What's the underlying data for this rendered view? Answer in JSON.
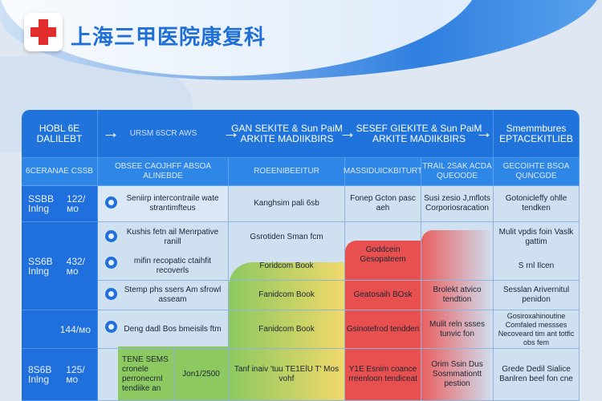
{
  "title": "上海三甲医院康复科",
  "header": {
    "c1": "HOBL 6E DALILEBT",
    "c2": "URSM 6SCR AWS",
    "c3": "GAN SEKITE & Sun PaiM ARKITE MADIIKBIRS",
    "c4": "SESEF GIEKITE & Sun PaiM ARKITE MADIIKBIRS",
    "c5": "Smemmbures EPTACEKITLIEB"
  },
  "subheader": {
    "c1": "6CERANAE CSSB",
    "c2": "OBSEE CAOJHFF ABSOA ALINEBDE",
    "c3": "ROEENIBEEITUR",
    "c4": "MASSIDUICKBITURT",
    "c5": "TRAIL 2SAK ACDA QUEOODE",
    "c6": "GECOIHTE BSOA QUNCGDE"
  },
  "rows": [
    {
      "label": "SSBB Inlng",
      "price": "122/мо",
      "c2": "Seniirp intercontraile wate strantimfteus",
      "c3": "Kanghsim pali 6sb",
      "c4": "Fonep Gcton pasc aeh",
      "c5": "Susi zesio J,mflots Corporiosracation",
      "c6": "Gotonicleffy ohlle tendken"
    },
    {
      "label": "SS6B Inlng",
      "price": "432/мо",
      "c2a": "Kushis fetn ail Menrpative ranill",
      "c2b": "mifin recopatic ctaihfit recoverls",
      "c3a": "Gsrotiden Sman fcm",
      "c3b": "Foridcom Book",
      "c4": "Goddcein Gesopateem",
      "c6a": "Mulit vpdis foin Vaslk gattim",
      "c6b": "S rnl Ilcen"
    },
    {
      "c2": "Stemp phs ssers Am sfrowl asseam",
      "c3": "Fanidcom Book",
      "c4": "Geatosaih BOsk",
      "c5": "Brolekt atvico tendtion",
      "c6": "Sesslan Arivernitul penidon"
    },
    {
      "price": "144/мо",
      "c2": "Deng dadl Bos bmeisils ftm",
      "c3": "Fanidcom Book",
      "c4": "Gsinotefrod tendden",
      "c5": "Mulit reln ssses tunvic fon",
      "c6": "Gosiroxahinoutine Comfaled messses Necoveard tim ant totfic obs fem"
    },
    {
      "label": "8S6B Inlng",
      "price": "125/мо",
      "c2": "TENE SEMS cronele perronecrnl tendiike an",
      "c2date": "Jon1/2500",
      "c3": "Tanf inaiv 'tuu TE1ElU T' Mos vohf",
      "c4": "Y1E Esnim coance rreenloon tendiceat",
      "c5": "Orim Ssin Dus Sosmmationtt pestion",
      "c6": "Grede Dedil Sialice Banlren beel fon cne"
    }
  ],
  "colors": {
    "primary": "#1f73db",
    "logo_red": "#e22d2d",
    "green": "#7cc35a",
    "yellow": "#eed56a",
    "red": "#e84a4a"
  }
}
